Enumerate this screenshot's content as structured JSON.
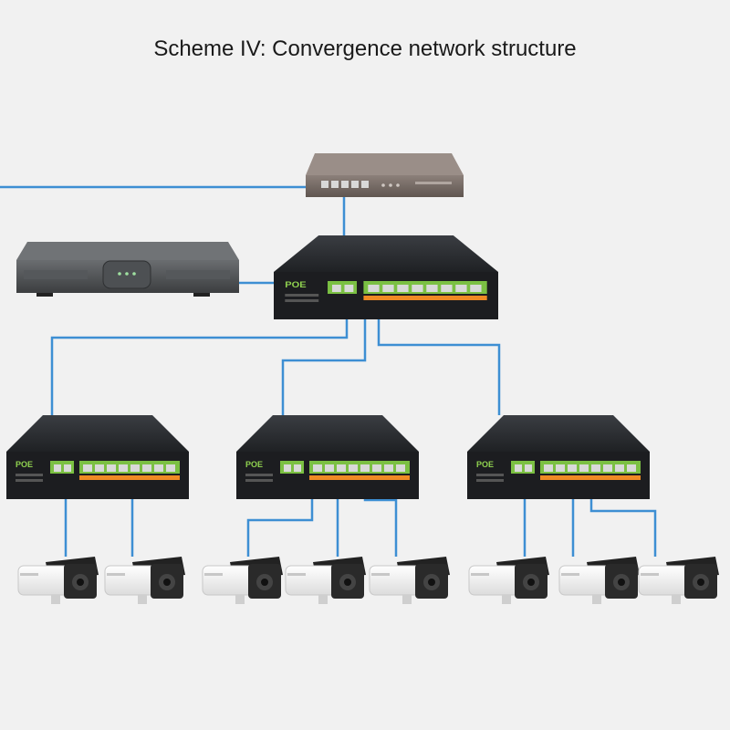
{
  "title": "Scheme IV: Convergence network structure",
  "colors": {
    "background": "#f1f1f1",
    "cable": "#3d8fd3",
    "switch_body": "#2d2f33",
    "poe_green": "#7bc043",
    "poe_orange": "#f08a24",
    "camera_body": "#f7f7f7",
    "camera_front": "#2a2a2a",
    "router_body": "#7a6e68"
  },
  "devices": {
    "router": {
      "kind": "router",
      "icon": "router-icon"
    },
    "nvr": {
      "kind": "nvr",
      "icon": "nvr-icon"
    },
    "core_switch": {
      "kind": "poe-switch",
      "badge": "POE",
      "icon": "switch-icon"
    },
    "access_switches": [
      {
        "kind": "poe-switch",
        "badge": "POE",
        "icon": "switch-icon"
      },
      {
        "kind": "poe-switch",
        "badge": "POE",
        "icon": "switch-icon"
      },
      {
        "kind": "poe-switch",
        "badge": "POE",
        "icon": "switch-icon"
      }
    ],
    "cameras": [
      {
        "icon": "camera-icon"
      },
      {
        "icon": "camera-icon"
      },
      {
        "icon": "camera-icon"
      },
      {
        "icon": "camera-icon"
      },
      {
        "icon": "camera-icon"
      },
      {
        "icon": "camera-icon"
      },
      {
        "icon": "camera-icon"
      },
      {
        "icon": "camera-icon"
      }
    ]
  }
}
